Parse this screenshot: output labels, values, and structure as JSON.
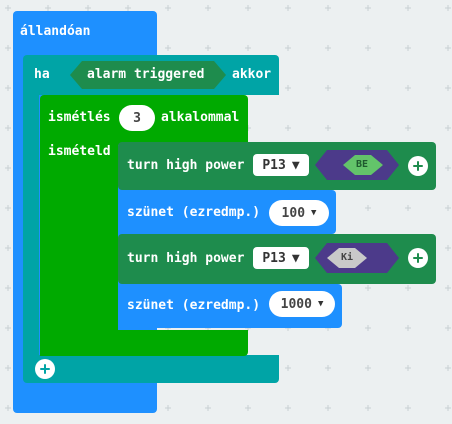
{
  "colors": {
    "workspace": "#ecf0f1",
    "grid_mark": "#c8d0d4",
    "basic": "#1e90ff",
    "logic": "#00a4a6",
    "loops": "#00aa00",
    "custom": "#1e8c4d",
    "toggle_on": "#4c3a8a",
    "toggle_off": "#63c46a"
  },
  "forever": {
    "label": "állandóan"
  },
  "if_block": {
    "if_label": "ha",
    "then_label": "akkor",
    "condition": "alarm triggered",
    "add_icon": "plus-icon"
  },
  "repeat": {
    "label": "ismétlés",
    "count": "3",
    "times_label": "alkalommal",
    "do_label": "ismételd"
  },
  "statements": [
    {
      "type": "power",
      "label": "turn high power",
      "pin": "P13",
      "toggle": "BE",
      "add_icon": "plus-icon"
    },
    {
      "type": "pause",
      "label": "szünet (ezredmp.)",
      "value": "100"
    },
    {
      "type": "power",
      "label": "turn high power",
      "pin": "P13",
      "toggle": "Ki",
      "add_icon": "plus-icon"
    },
    {
      "type": "pause",
      "label": "szünet (ezredmp.)",
      "value": "1000"
    }
  ]
}
